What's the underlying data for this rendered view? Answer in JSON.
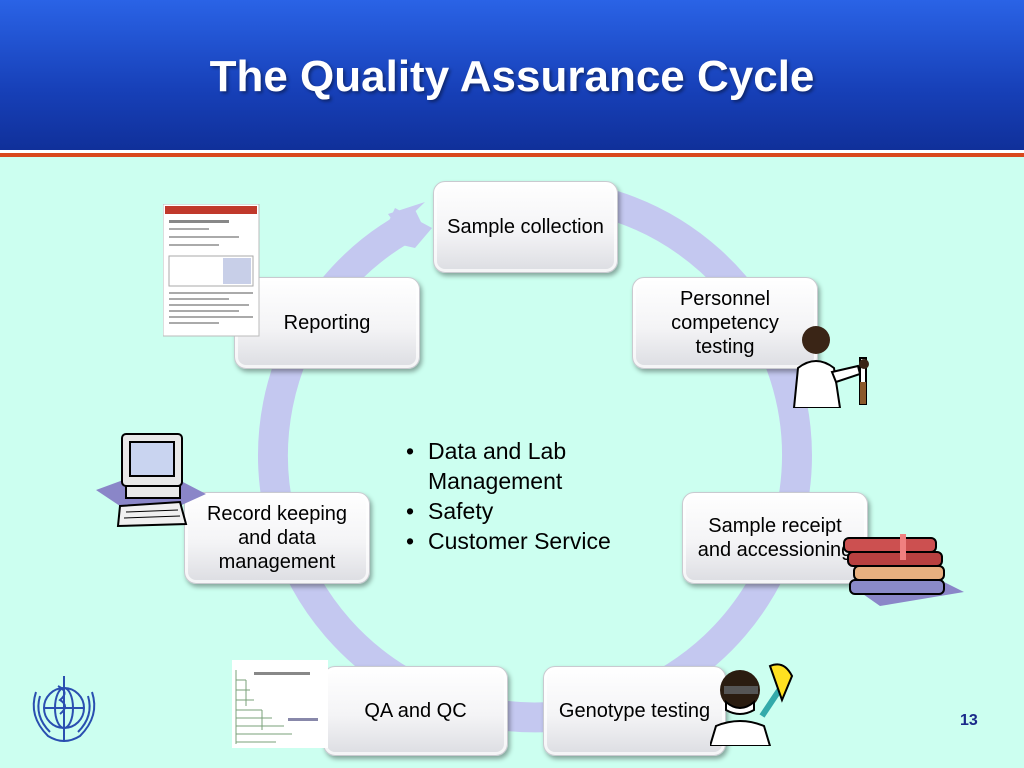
{
  "title": "The Quality Assurance Cycle",
  "cycle_steps": {
    "sample_collection": "Sample collection",
    "personnel_competency": "Personnel competency testing",
    "sample_receipt": "Sample receipt and accessioning",
    "genotype_testing": "Genotype testing",
    "qa_qc": "QA and QC",
    "record_keeping": "Record keeping and data management",
    "reporting": "Reporting"
  },
  "center_bullets": [
    "Data and Lab Management",
    "Safety",
    "Customer Service"
  ],
  "page_number": "13",
  "colors": {
    "header_blue": "#1740b8",
    "background": "#ccfff0",
    "accent_red": "#d9481c",
    "ring": "#c4c8f0"
  },
  "icons": [
    "document-report-icon",
    "scientist-icon",
    "computer-icon",
    "books-icon",
    "tree-chart-icon",
    "masked-scientist-icon",
    "who-logo-icon"
  ]
}
